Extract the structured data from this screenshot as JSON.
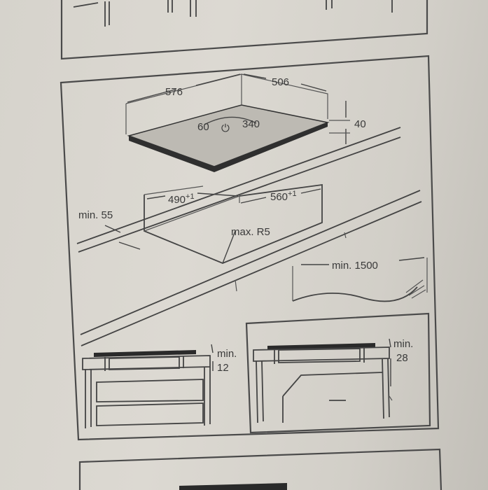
{
  "top_view": {
    "width": "576",
    "depth": "506",
    "height": "40",
    "angle_left": "60",
    "angle_right": "340",
    "angle_symbol": "⏻"
  },
  "cutout": {
    "width": "490",
    "width_tol": "+1",
    "depth": "560",
    "depth_tol": "+1",
    "edge_min": "min. 55",
    "radius": "max. R5"
  },
  "cable": {
    "length": "min. 1500"
  },
  "install_left": {
    "label_min": "min.",
    "value": "12"
  },
  "install_right": {
    "label_min": "min.",
    "value": "28"
  }
}
